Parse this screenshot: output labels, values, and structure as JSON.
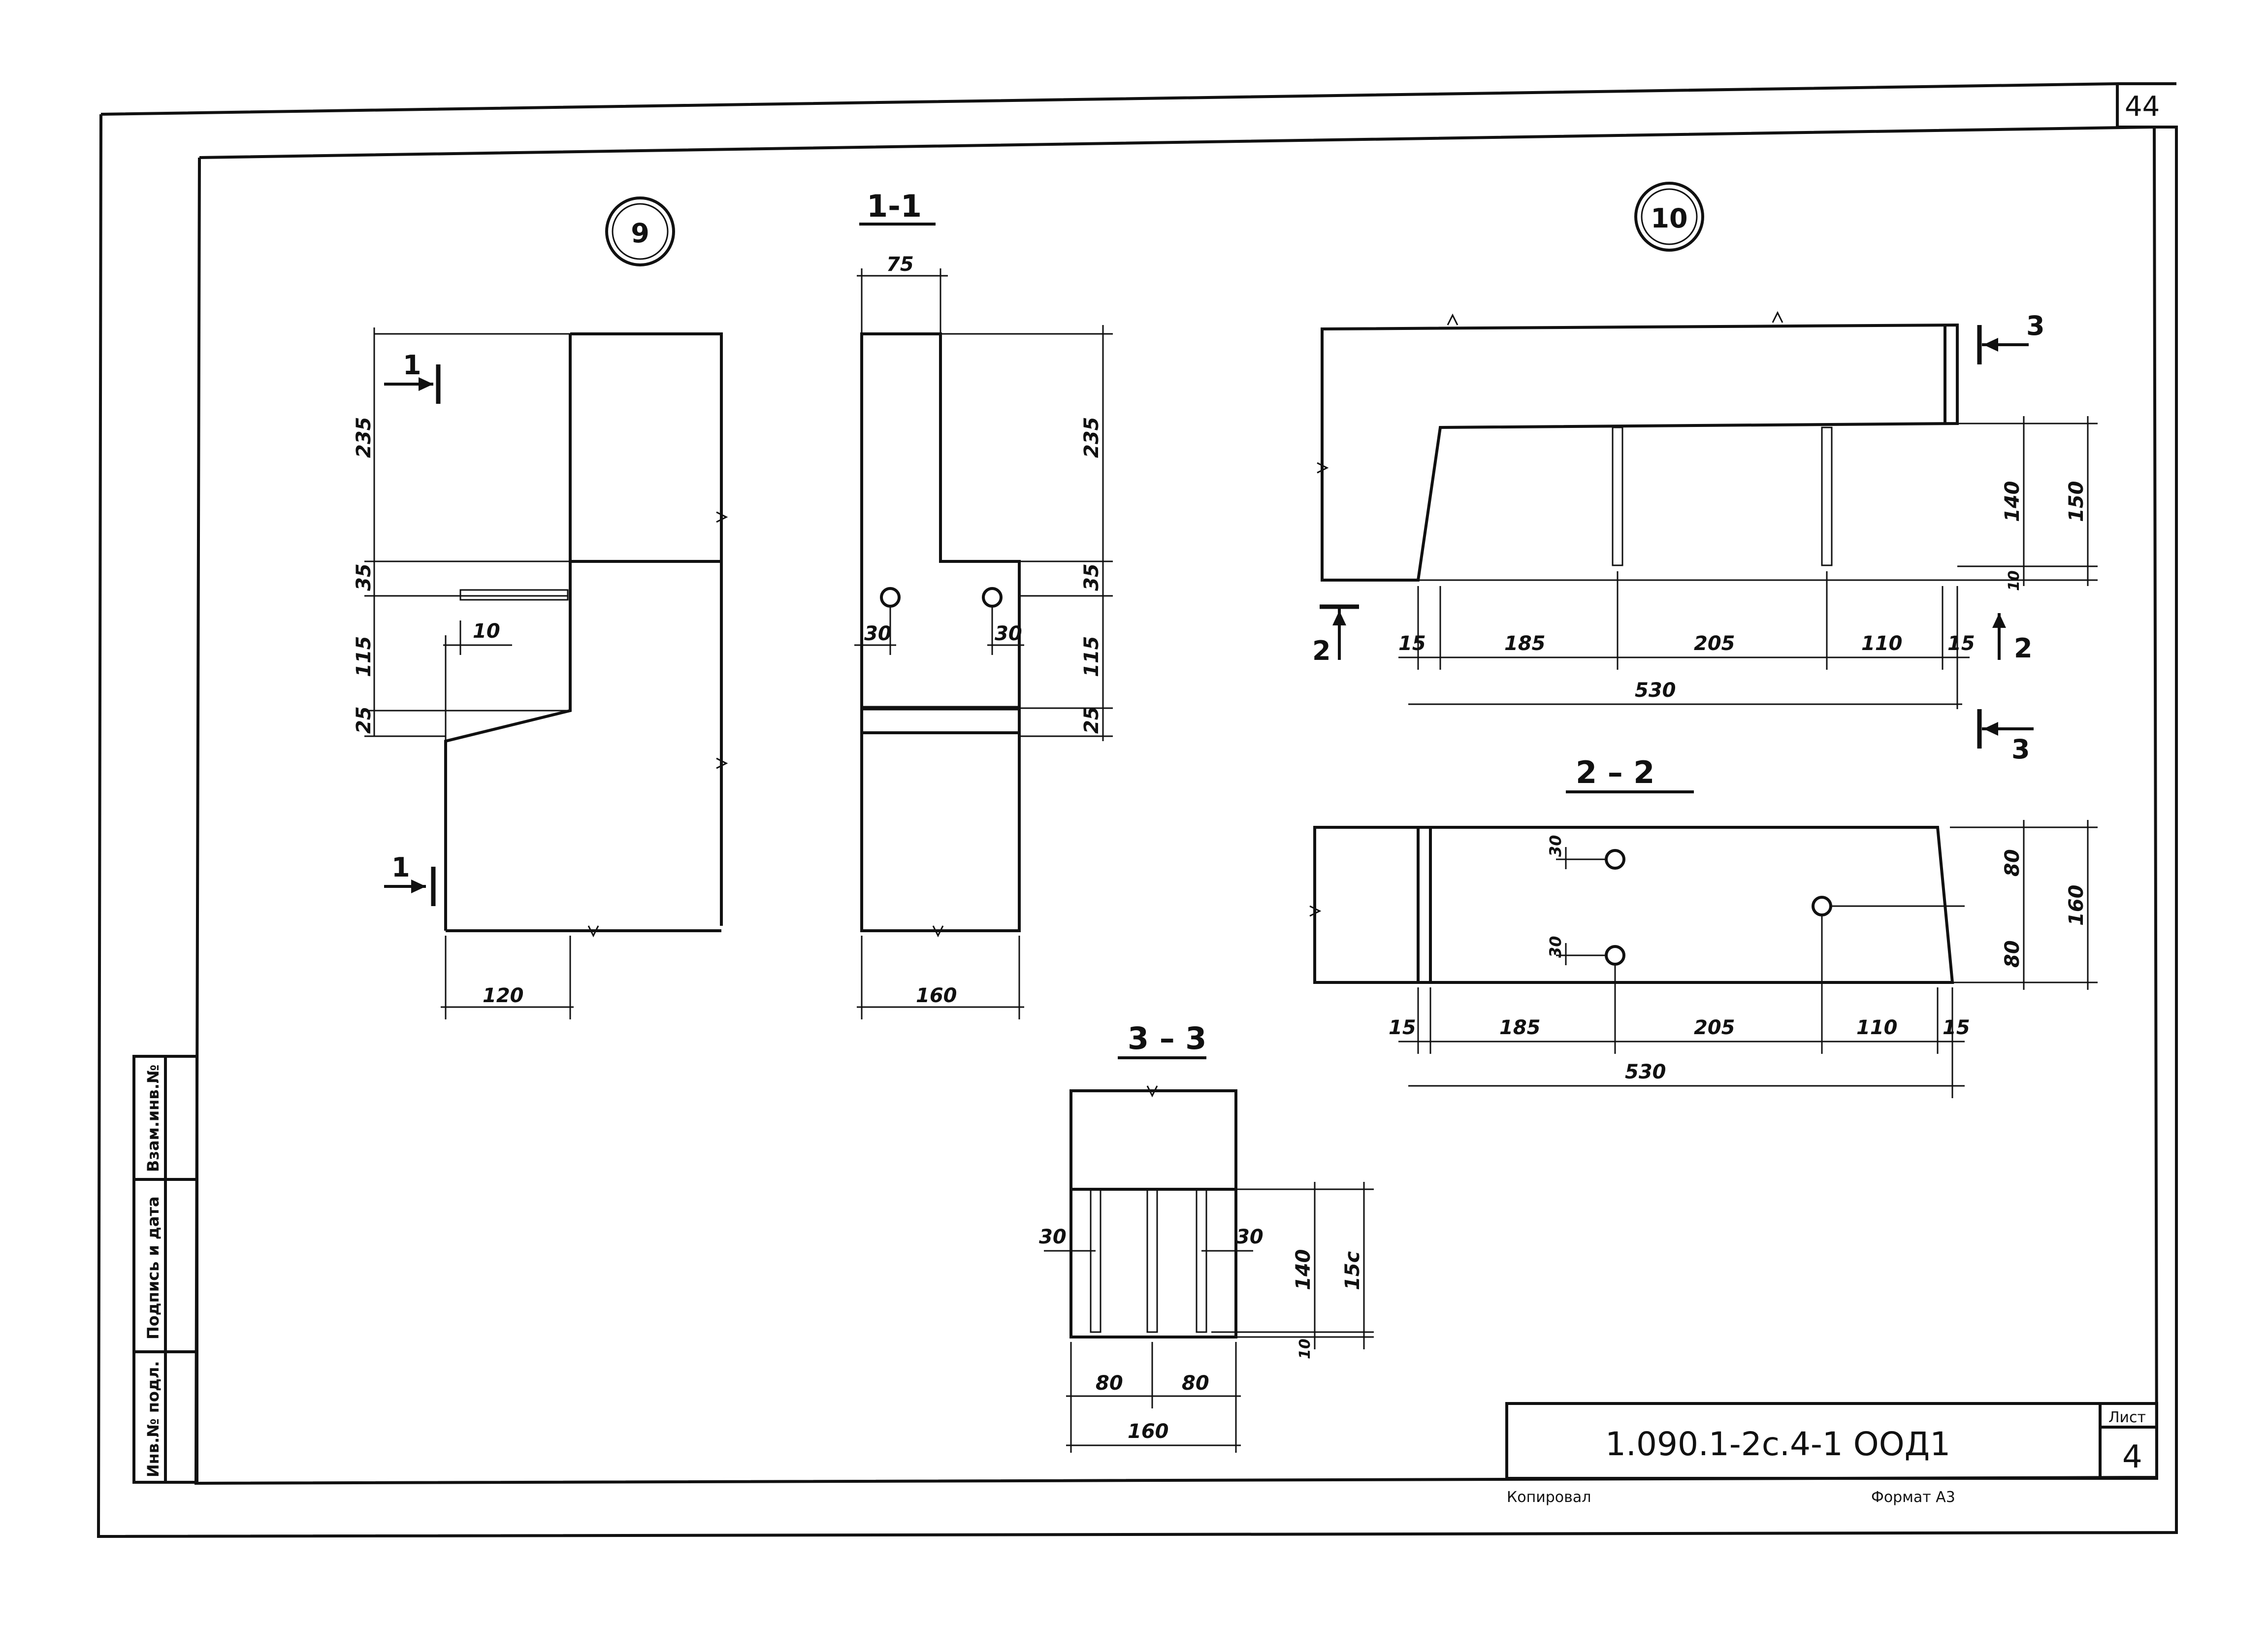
{
  "sheet": {
    "corner_number": "44",
    "doc_code": "1.090.1-2с.4-1 ООД1",
    "sheet_label": "Лист",
    "sheet_number": "4",
    "copied": "Копировал",
    "format": "Формат А3",
    "side_stamp": [
      "Взам.инв.№",
      "Подпись и дата",
      "Инв.№ подл."
    ]
  },
  "node9": {
    "mark": "9",
    "cut_labels": [
      "1",
      "1"
    ],
    "dims": {
      "d235": "235",
      "d35": "35",
      "d115": "115",
      "d25": "25",
      "d10": "10",
      "d120": "120"
    }
  },
  "section11": {
    "title": "1-1",
    "dims": {
      "d75": "75",
      "d235": "235",
      "d35": "35",
      "d115": "115",
      "d25": "25",
      "d30a": "30",
      "d30b": "30",
      "d160": "160"
    }
  },
  "node10": {
    "mark": "10",
    "cut_labels": {
      "s2a": "2",
      "s2b": "2",
      "s3a": "3",
      "s3b": "3"
    },
    "dims": {
      "d15a": "15",
      "d185": "185",
      "d205": "205",
      "d110": "110",
      "d15b": "15",
      "d530": "530",
      "d140": "140",
      "d150": "150",
      "d10": "10"
    }
  },
  "section22": {
    "title": "2 – 2",
    "dims": {
      "d30a": "30",
      "d30b": "30",
      "d80a": "80",
      "d80b": "80",
      "d160": "160",
      "d15a": "15",
      "d185": "185",
      "d205": "205",
      "d110": "110",
      "d15b": "15",
      "d530": "530"
    }
  },
  "section33": {
    "title": "3 – 3",
    "dims": {
      "d30a": "30",
      "d30b": "30",
      "d140": "140",
      "d150": "15с",
      "d10": "10",
      "d80a": "80",
      "d80b": "80",
      "d160": "160"
    }
  }
}
